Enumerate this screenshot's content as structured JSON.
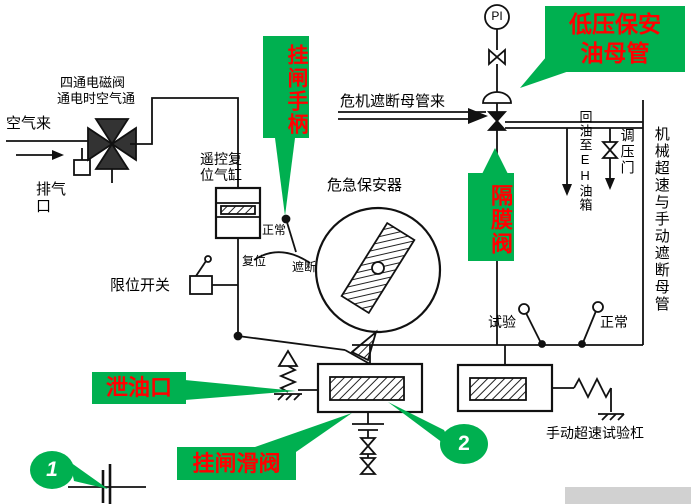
{
  "colors": {
    "highlight_green": "#00b050",
    "callout_red": "#ff0000",
    "marker_white": "#ffffff",
    "ink": "#111111",
    "background": "#ffffff"
  },
  "callouts": {
    "lp_header_line1": "低压保安",
    "lp_header_line2": "油母管",
    "latch_handle": "挂闸手柄",
    "diaphragm_valve": "隔膜阀",
    "oil_drain": "泄油口",
    "latch_slide_valve": "挂闸滑阀",
    "marker_1": "1",
    "marker_2": "2"
  },
  "labels": {
    "four_way_solenoid": "四通电磁阀",
    "energized_air": "通电时空气通",
    "air_inlet": "空气来",
    "exhaust_port": "排气口",
    "remote_reset_cylinder": "遥控复位气缸",
    "handle_normal": "正常",
    "handle_reset": "复位",
    "handle_trip": "遮断",
    "emergency_governor": "危急保安器",
    "limit_switch": "限位开关",
    "crisis_trip_header": "危机遮断母管来",
    "pi_gauge": "PI",
    "return_oil": "回油至EH油箱",
    "pressure_regulator": "调压门",
    "right_header": "机械超速与手动遮断母管",
    "test": "试验",
    "normal": "正常",
    "manual_test_lever": "手动超速试验杠"
  }
}
